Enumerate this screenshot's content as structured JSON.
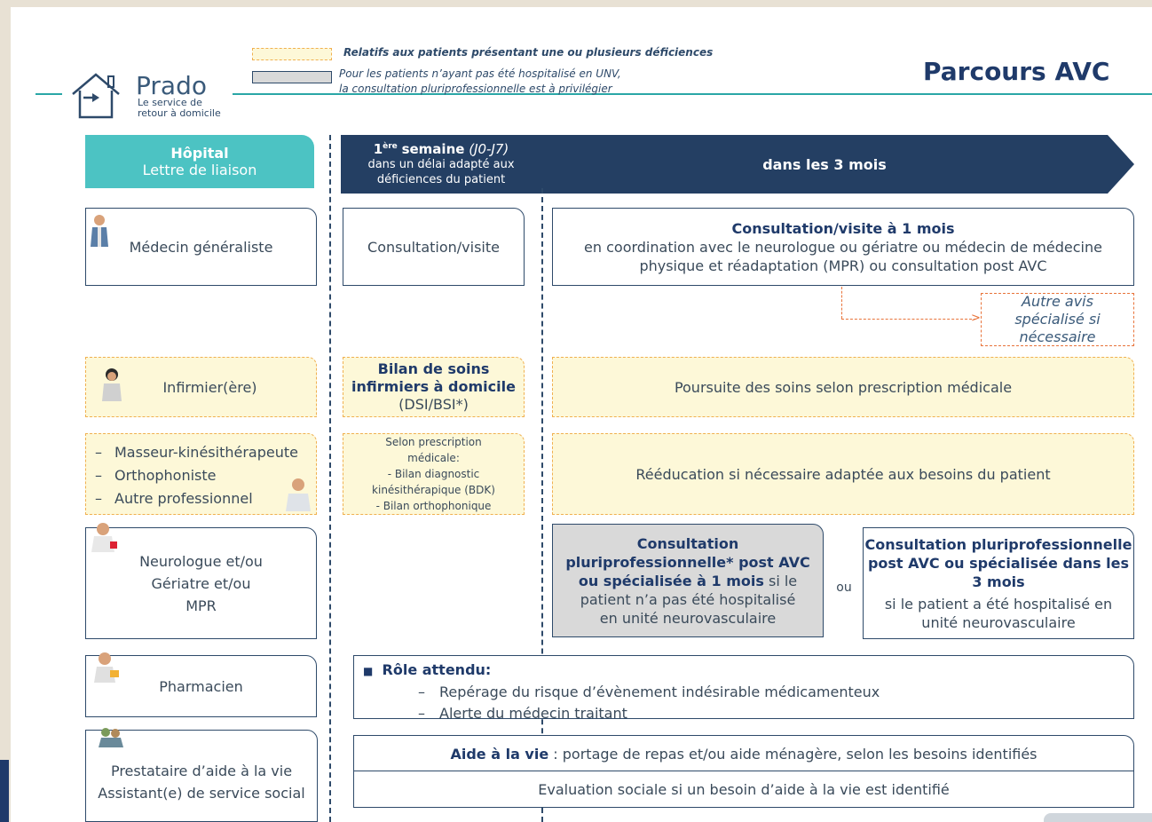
{
  "header": {
    "logo_name": "Prado",
    "logo_sub1": "Le service de",
    "logo_sub2": "retour à domicile",
    "legend_yellow": "Relatifs aux patients présentant une ou plusieurs déficiences",
    "legend_grey1": "Pour les patients n’ayant pas été hospitalisé en UNV,",
    "legend_grey2": "la consultation pluriprofessionnelle est à privilégier",
    "title": "Parcours AVC"
  },
  "columns": {
    "hopital_title": "Hôpital",
    "hopital_sub": "Lettre de liaison",
    "week_sup": "ère",
    "week_num": "1",
    "week_bold": "semaine",
    "week_italic": "(J0-J7)",
    "week_line2": "dans  un délai adapté aux",
    "week_line3": "déficiences du patient",
    "months": "dans les 3 mois"
  },
  "rows": {
    "mg": {
      "role": "Médecin généraliste",
      "week": "Consultation/visite",
      "month_title": "Consultation/visite à 1 mois",
      "month_line1": "en coordination avec le neurologue ou gériatre ou médecin de médecine",
      "month_line2": "physique et réadaptation (MPR) ou consultation post AVC",
      "other1": "Autre avis",
      "other2": "spécialisé si",
      "other3": "nécessaire"
    },
    "inf": {
      "role": "Infirmier(ère)",
      "week1": "Bilan de soins",
      "week2": "infirmiers à domicile",
      "week3": "(DSI/BSI*)",
      "month": "Poursuite des soins selon prescription médicale"
    },
    "kine": {
      "items": [
        "Masseur-kinésithérapeute",
        "Orthophoniste",
        "Autre professionnel"
      ],
      "week1": "Selon prescription",
      "week2": "médicale:",
      "week3": "- Bilan diagnostic",
      "week4": "kinésithérapique (BDK)",
      "week5": "- Bilan orthophonique",
      "month": "Rééducation si nécessaire adaptée aux besoins du patient"
    },
    "neuro": {
      "role1": "Neurologue et/ou",
      "role2": "Gériatre et/ou",
      "role3": "MPR",
      "grey1": "Consultation",
      "grey2": "pluriprofessionnelle* post AVC",
      "grey3b": "ou spécialisée à 1 mois",
      "grey3n": " si le",
      "grey4": "patient n’a pas été hospitalisé",
      "grey5": "en unité neurovasculaire",
      "or": "ou",
      "right1": "Consultation pluriprofessionnelle",
      "right2": "post AVC ou spécialisée dans les",
      "right3": "3 mois",
      "right4": "si le patient a été hospitalisé en",
      "right5": "unité neurovasculaire"
    },
    "pharma": {
      "role": "Pharmacien",
      "bullet": "Rôle attendu:",
      "item1": "Repérage du risque d’évènement indésirable médicamenteux",
      "item2": "Alerte du médecin traitant"
    },
    "aide": {
      "role1": "Prestataire d’aide à la vie",
      "role2": "Assistant(e) de service  social",
      "line1_bold": "Aide à la vie",
      "line1": " : portage de repas et/ou aide ménagère, selon les besoins identifiés",
      "line2": "Evaluation sociale si un besoin d’aide à la vie est identifié"
    }
  },
  "colors": {
    "navy": "#2e4a6a",
    "teal": "#4cc3c3",
    "yellow_fill": "#fdf8d8",
    "grey_fill": "#d9d9d9",
    "orange_dash": "#e8733a"
  }
}
